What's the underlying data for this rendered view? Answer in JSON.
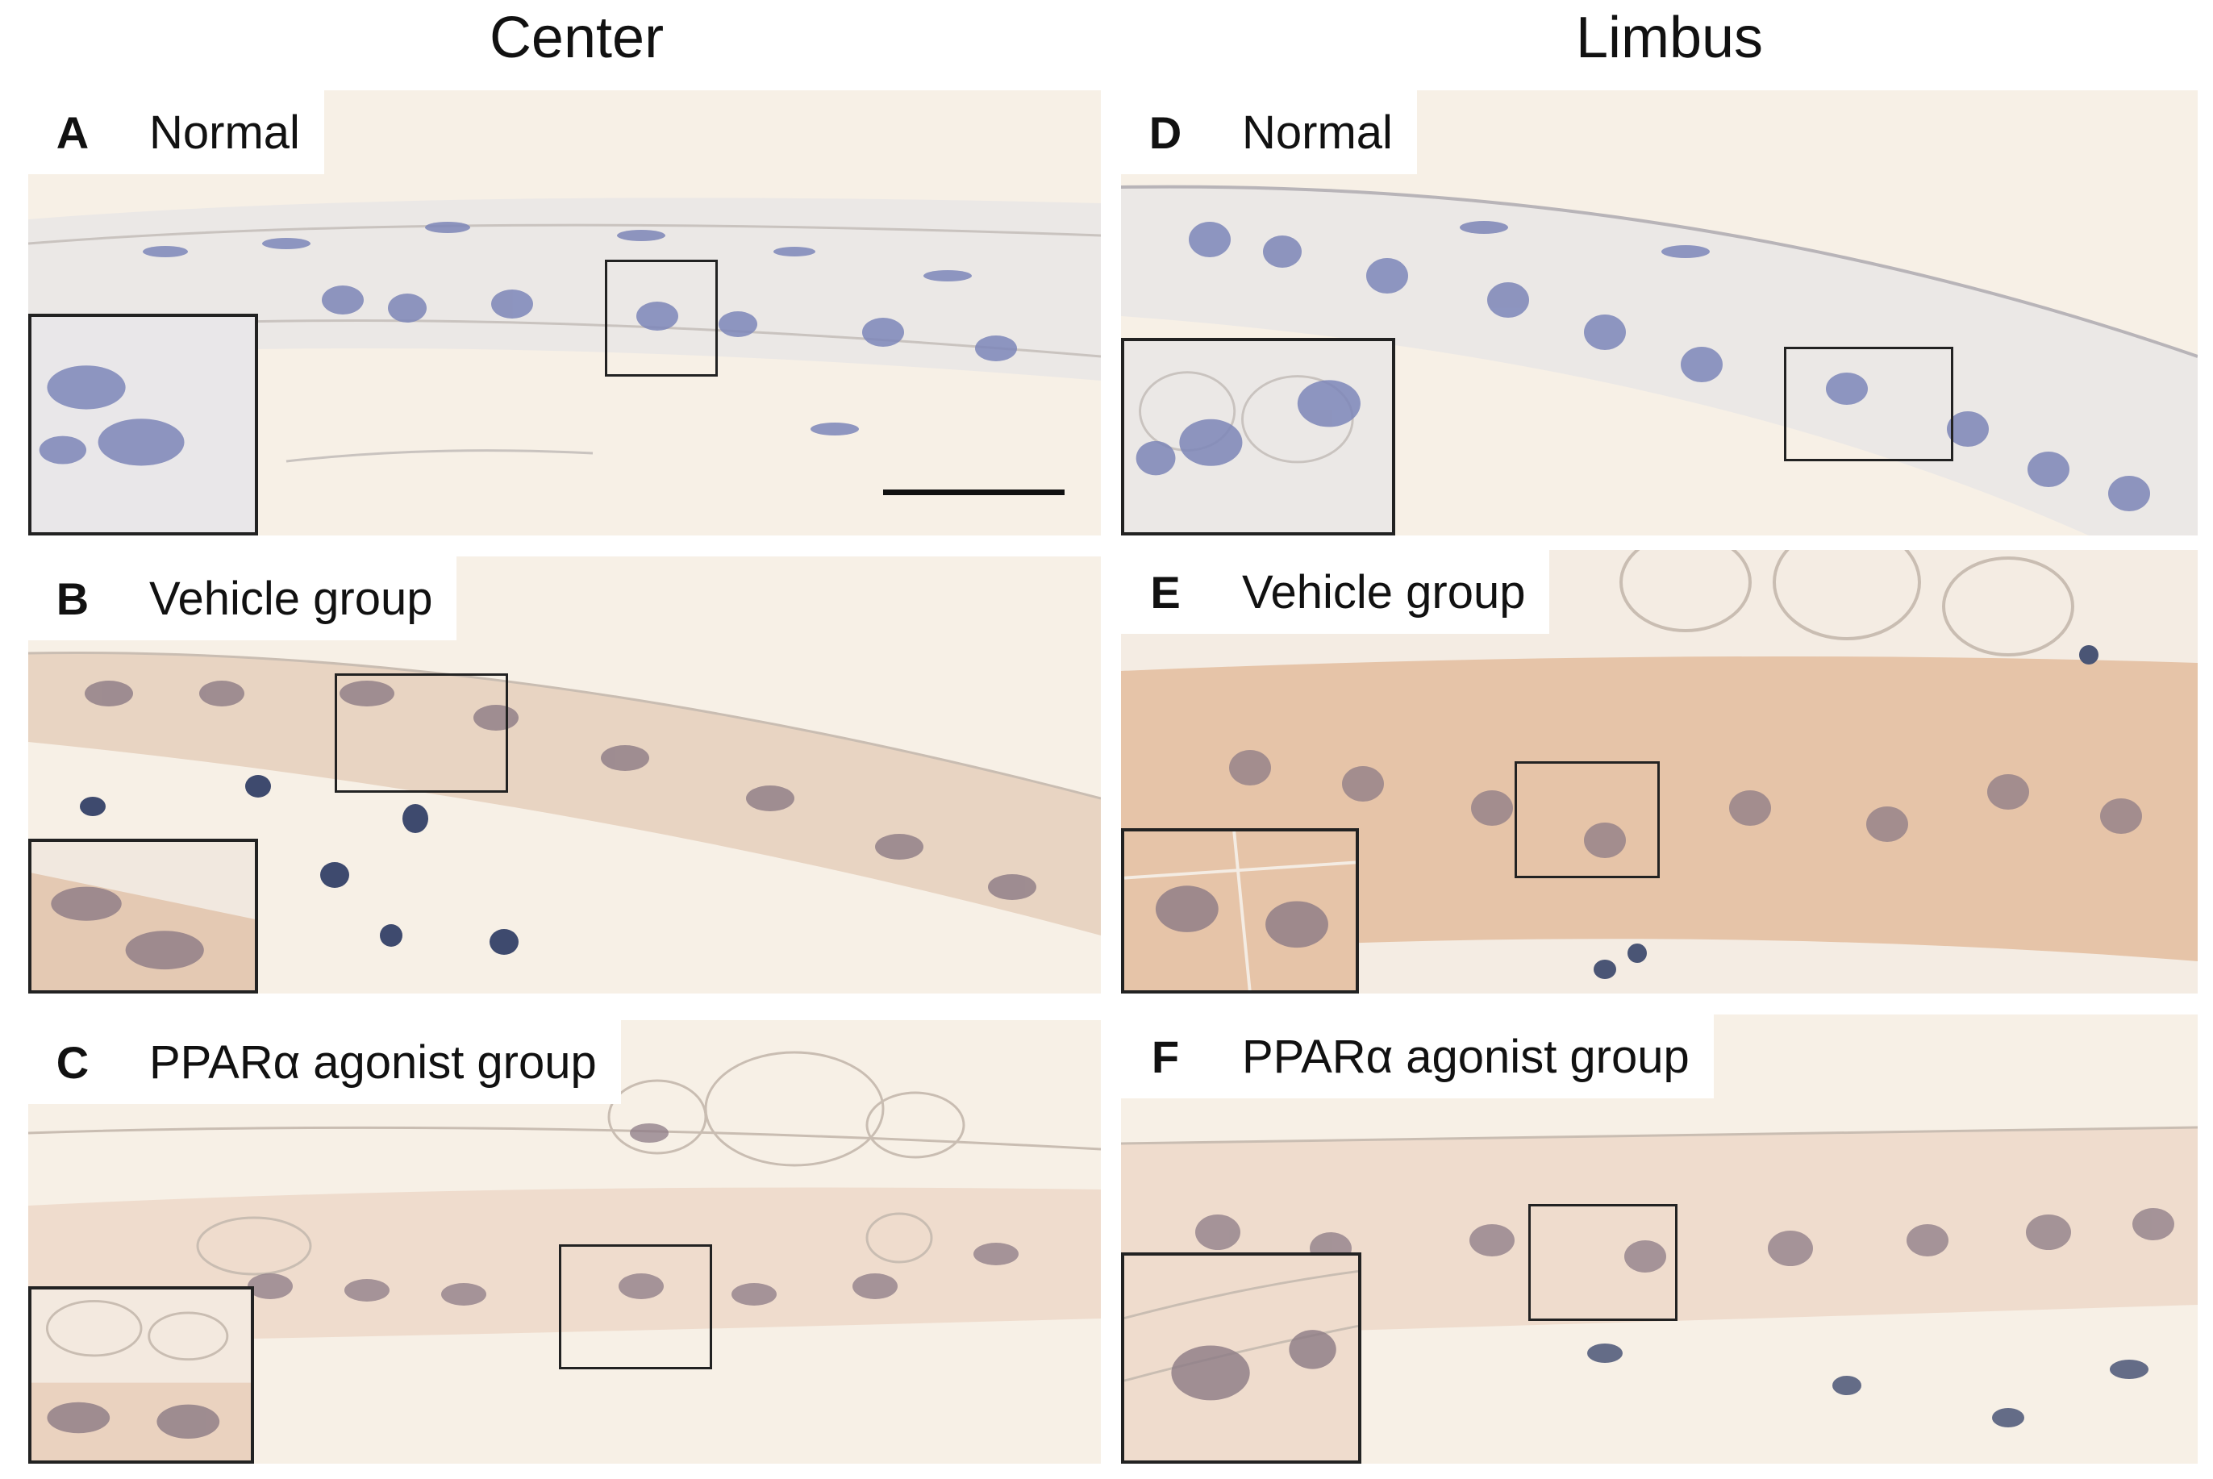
{
  "columns": {
    "center": "Center",
    "limbus": "Limbus"
  },
  "panels": {
    "A": {
      "letter": "A",
      "label": "Normal"
    },
    "B": {
      "letter": "B",
      "label": "Vehicle group"
    },
    "C": {
      "letter": "C",
      "label": "PPARα agonist group"
    },
    "D": {
      "letter": "D",
      "label": "Normal"
    },
    "E": {
      "letter": "E",
      "label": "Vehicle group"
    },
    "F": {
      "letter": "F",
      "label": "PPARα agonist group"
    }
  },
  "colors": {
    "background": "#f7efe3",
    "hematoxylin_nucleus": "#7d86b8",
    "dab_stain": "#d9a07a",
    "frame": "#222222"
  }
}
